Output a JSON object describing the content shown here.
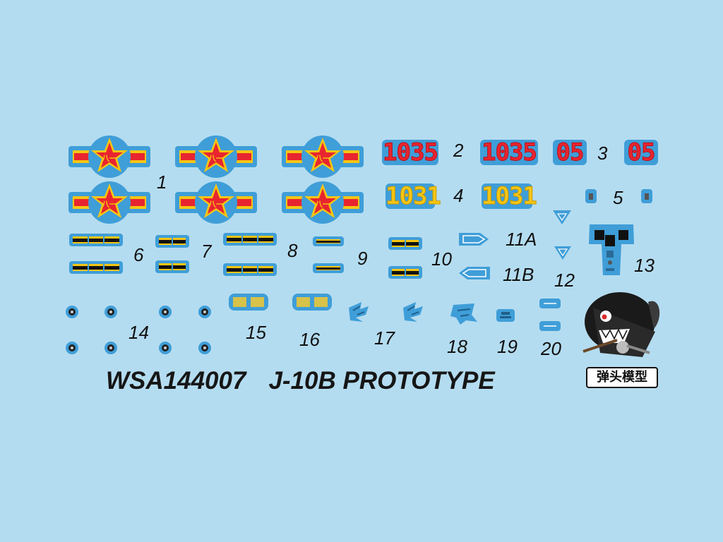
{
  "sheet": {
    "code": "WSA144007",
    "model": "J-10B PROTOTYPE",
    "brand": "弹头模型",
    "serials": {
      "red_big": "1035",
      "red_small": "05",
      "yellow": "1031"
    },
    "labels": [
      "1",
      "2",
      "3",
      "4",
      "5",
      "6",
      "7",
      "8",
      "9",
      "10",
      "11A",
      "11B",
      "12",
      "13",
      "14",
      "15",
      "16",
      "17",
      "18",
      "19",
      "20"
    ],
    "colors": {
      "background": "#b4dcf0",
      "decal_blue": "#3f9ed8",
      "red": "#e8252f",
      "yellow": "#f6c613"
    },
    "icons": [
      "roundel-star-bar",
      "serial-number",
      "black-yellow-stripe",
      "arrow",
      "triangle-marker",
      "cockpit-panel",
      "small-emblem",
      "shark-mascot"
    ]
  }
}
